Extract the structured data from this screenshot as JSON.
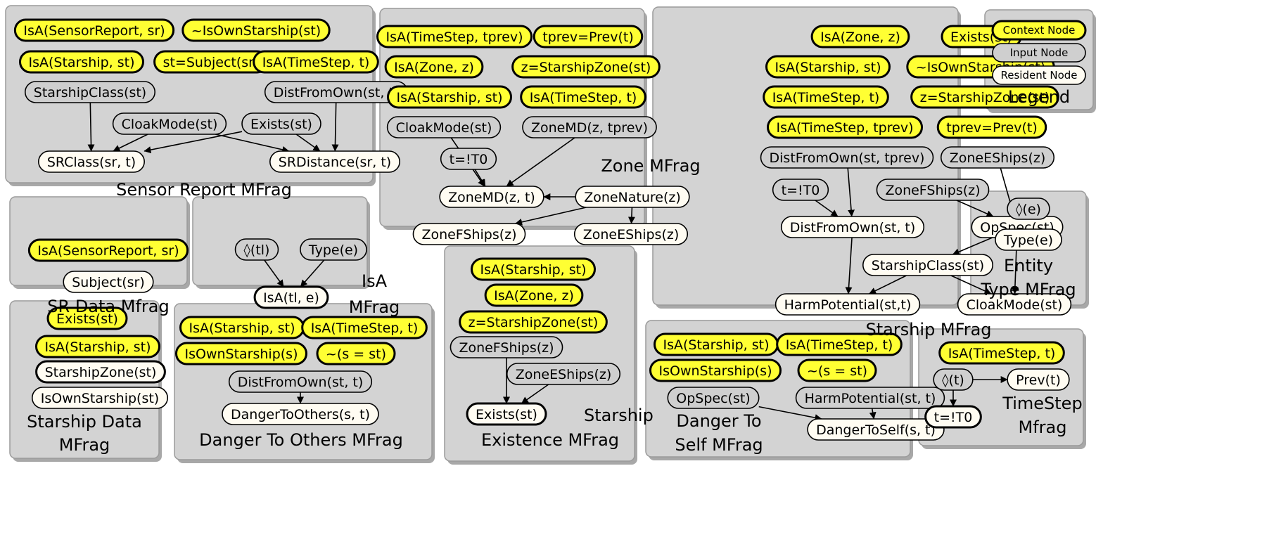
{
  "palette": {
    "context_fill": "#ffff33",
    "input_fill": "#cfcfcf",
    "resident_fill": "#fffcf2",
    "panel_fill": "#d3d3d3"
  },
  "legend": {
    "context": "Context Node",
    "input": "Input Node",
    "resident": "Resident Node",
    "title": "Legend"
  },
  "mfrags": {
    "sensor_report": {
      "title": "Sensor Report MFrag",
      "nodes": {
        "c1": "IsA(SensorReport, sr)",
        "c2": "~IsOwnStarship(st)",
        "c3": "IsA(Starship, st)",
        "c4": "st=Subject(sr)",
        "c5": "IsA(TimeStep, t)",
        "i1": "StarshipClass(st)",
        "i2": "DistFromOwn(st, t)",
        "i3": "CloakMode(st)",
        "i4": "Exists(st)",
        "r1": "SRClass(sr, t)",
        "r2": "SRDistance(sr, t)"
      }
    },
    "zone": {
      "title": "Zone MFrag",
      "nodes": {
        "c1": "IsA(TimeStep, tprev)",
        "c2": "tprev=Prev(t)",
        "c3": "IsA(Zone, z)",
        "c4": "z=StarshipZone(st)",
        "c5": "IsA(Starship, st)",
        "c6": "IsA(TimeStep, t)",
        "i1": "CloakMode(st)",
        "i2": "ZoneMD(z, tprev)",
        "i3": "t=!T0",
        "r1": "ZoneMD(z, t)",
        "r2": "ZoneNature(z)",
        "r3": "ZoneFShips(z)",
        "r4": "ZoneEShips(z)"
      }
    },
    "starship": {
      "title": "Starship MFrag",
      "nodes": {
        "c1": "IsA(Zone, z)",
        "c2": "Exists(st)",
        "c3": "IsA(Starship, st)",
        "c4": "~IsOwnStarship(st)",
        "c5": "IsA(TimeStep, t)",
        "c6": "z=StarshipZone(st)",
        "c7": "IsA(TimeStep, tprev)",
        "c8": "tprev=Prev(t)",
        "i1": "DistFromOwn(st, tprev)",
        "i2": "ZoneEShips(z)",
        "i3": "t=!T0",
        "i4": "ZoneFShips(z)",
        "r1": "DistFromOwn(st, t)",
        "r2": "OpSpec(st)",
        "r3": "StarshipClass(st)",
        "r4": "HarmPotential(st,t)",
        "r5": "CloakMode(st)"
      }
    },
    "sr_data": {
      "title": "SR Data Mfrag",
      "nodes": {
        "c1": "IsA(SensorReport, sr)",
        "r1": "Subject(sr)"
      }
    },
    "isa": {
      "title_line1": "IsA",
      "title_line2": "MFrag",
      "nodes": {
        "i1": "◊(tl)",
        "i2": "Type(e)",
        "r1": "IsA(tl, e)"
      }
    },
    "entity_type": {
      "title_line1": "Entity",
      "title_line2": "Type MFrag",
      "nodes": {
        "i1": "◊(e)",
        "r1": "Type(e)"
      }
    },
    "starship_data": {
      "title_line1": "Starship Data",
      "title_line2": "MFrag",
      "nodes": {
        "c1": "Exists(st)",
        "c2": "IsA(Starship, st)",
        "r1": "StarshipZone(st)",
        "r2": "IsOwnStarship(st)"
      }
    },
    "danger_others": {
      "title": "Danger To Others MFrag",
      "nodes": {
        "c1": "IsA(Starship, st)",
        "c2": "IsA(TimeStep, t)",
        "c3": "IsOwnStarship(s)",
        "c4": "~(s = st)",
        "i1": "DistFromOwn(st, t)",
        "r1": "DangerToOthers(s, t)"
      }
    },
    "starship_existence": {
      "title_line1": "Starship",
      "title_line2": "Existence MFrag",
      "nodes": {
        "c1": "IsA(Starship, st)",
        "c2": "IsA(Zone, z)",
        "c3": "z=StarshipZone(st)",
        "i1": "ZoneFShips(z)",
        "i2": "ZoneEShips(z)",
        "r1": "Exists(st)"
      }
    },
    "danger_self": {
      "title_line1": "Danger To",
      "title_line2": "Self MFrag",
      "nodes": {
        "c1": "IsA(Starship, st)",
        "c2": "IsA(TimeStep, t)",
        "c3": "IsOwnStarship(s)",
        "c4": "~(s = st)",
        "i1": "OpSpec(st)",
        "i2": "HarmPotential(st, t)",
        "r1": "DangerToSelf(s, t)"
      }
    },
    "timestep": {
      "title_line1": "TimeStep",
      "title_line2": "Mfrag",
      "nodes": {
        "c1": "IsA(TimeStep, t)",
        "i1": "◊(t)",
        "r1": "Prev(t)",
        "r2": "t=!T0"
      }
    }
  }
}
